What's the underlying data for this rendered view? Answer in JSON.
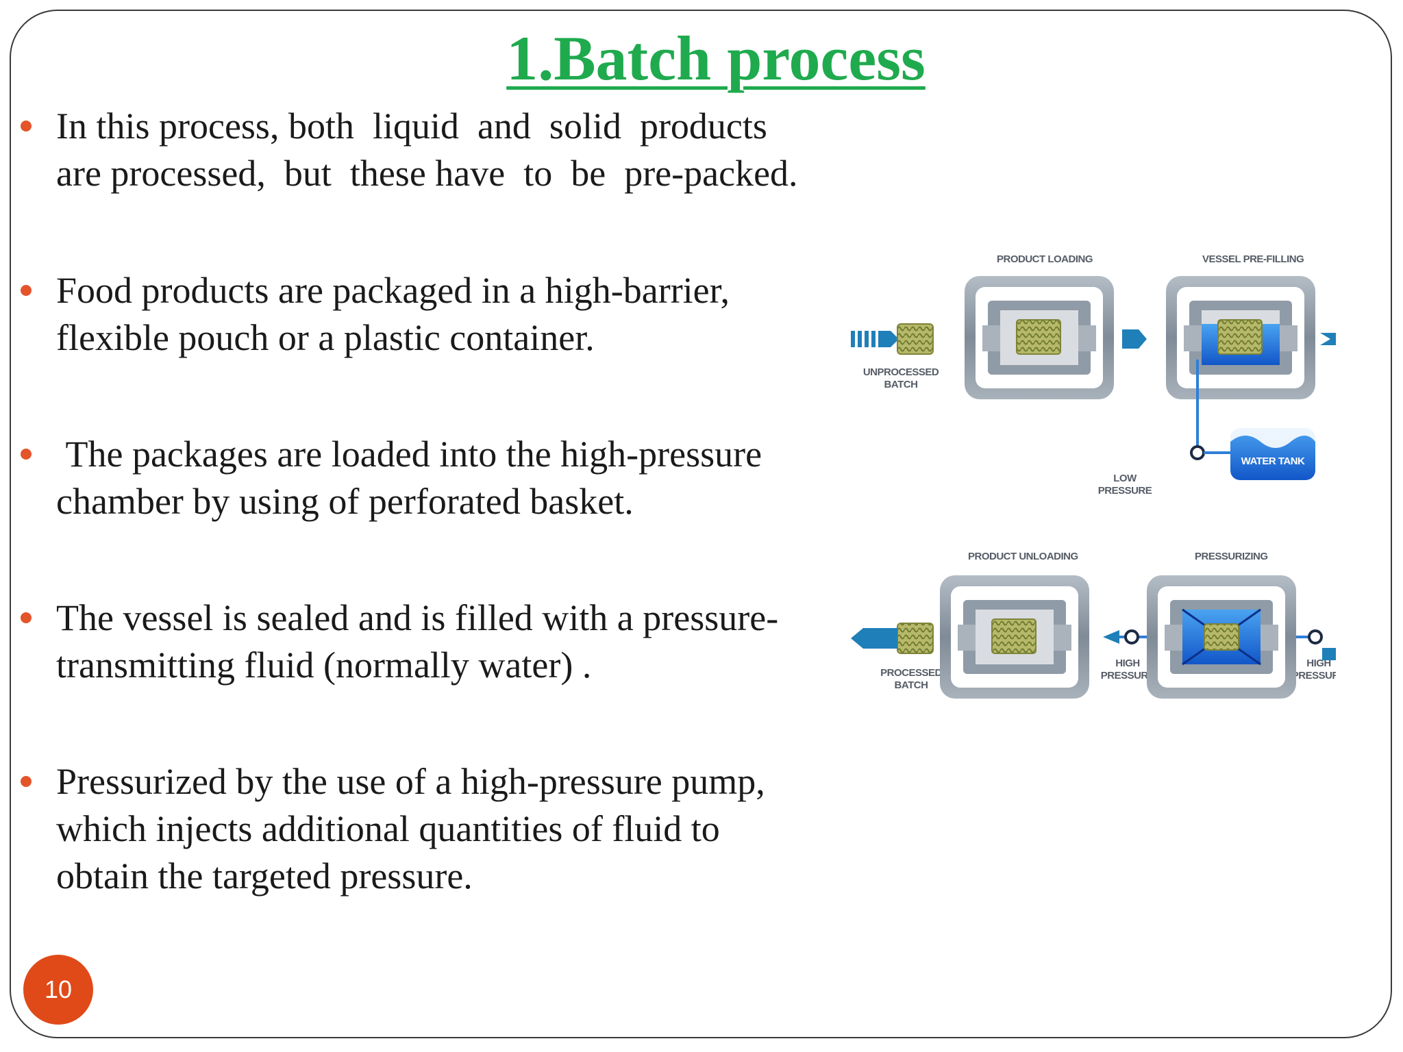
{
  "slide": {
    "title": "1.Batch process",
    "page_number": "10",
    "bullets": [
      "In this process, both  liquid  and  solid  products\nare processed,  but  these have  to  be  pre-packed.",
      "Food products are packaged in a high-barrier,\nflexible pouch or a plastic container.",
      " The packages are loaded into the high-pressure\nchamber by using of perforated basket.",
      "The vessel is sealed and is filled with a pressure-\ntransmitting fluid (normally water) .",
      "Pressurized by the use of a high-pressure pump,\nwhich injects additional quantities of fluid to\nobtain the targeted pressure."
    ]
  },
  "diagram": {
    "labels": {
      "product_loading": "PRODUCT LOADING",
      "vessel_prefilling": "VESSEL PRE-FILLING",
      "unprocessed_1": "UNPROCESSED",
      "unprocessed_2": "BATCH",
      "water_tank": "WATER TANK",
      "low_pressure_1": "LOW",
      "low_pressure_2": "PRESSURE",
      "product_unloading": "PRODUCT UNLOADING",
      "pressurizing": "PRESSURIZING",
      "processed_1": "PROCESSED",
      "processed_2": "BATCH",
      "high_pressure_1": "HIGH",
      "high_pressure_2": "PRESSURE"
    }
  },
  "colors": {
    "title": "#1faa4e",
    "bullet_dot": "#e3542a",
    "badge": "#e04a18",
    "flow_blue": "#1f7fb8",
    "vessel_gray": "#8e9aa6"
  }
}
